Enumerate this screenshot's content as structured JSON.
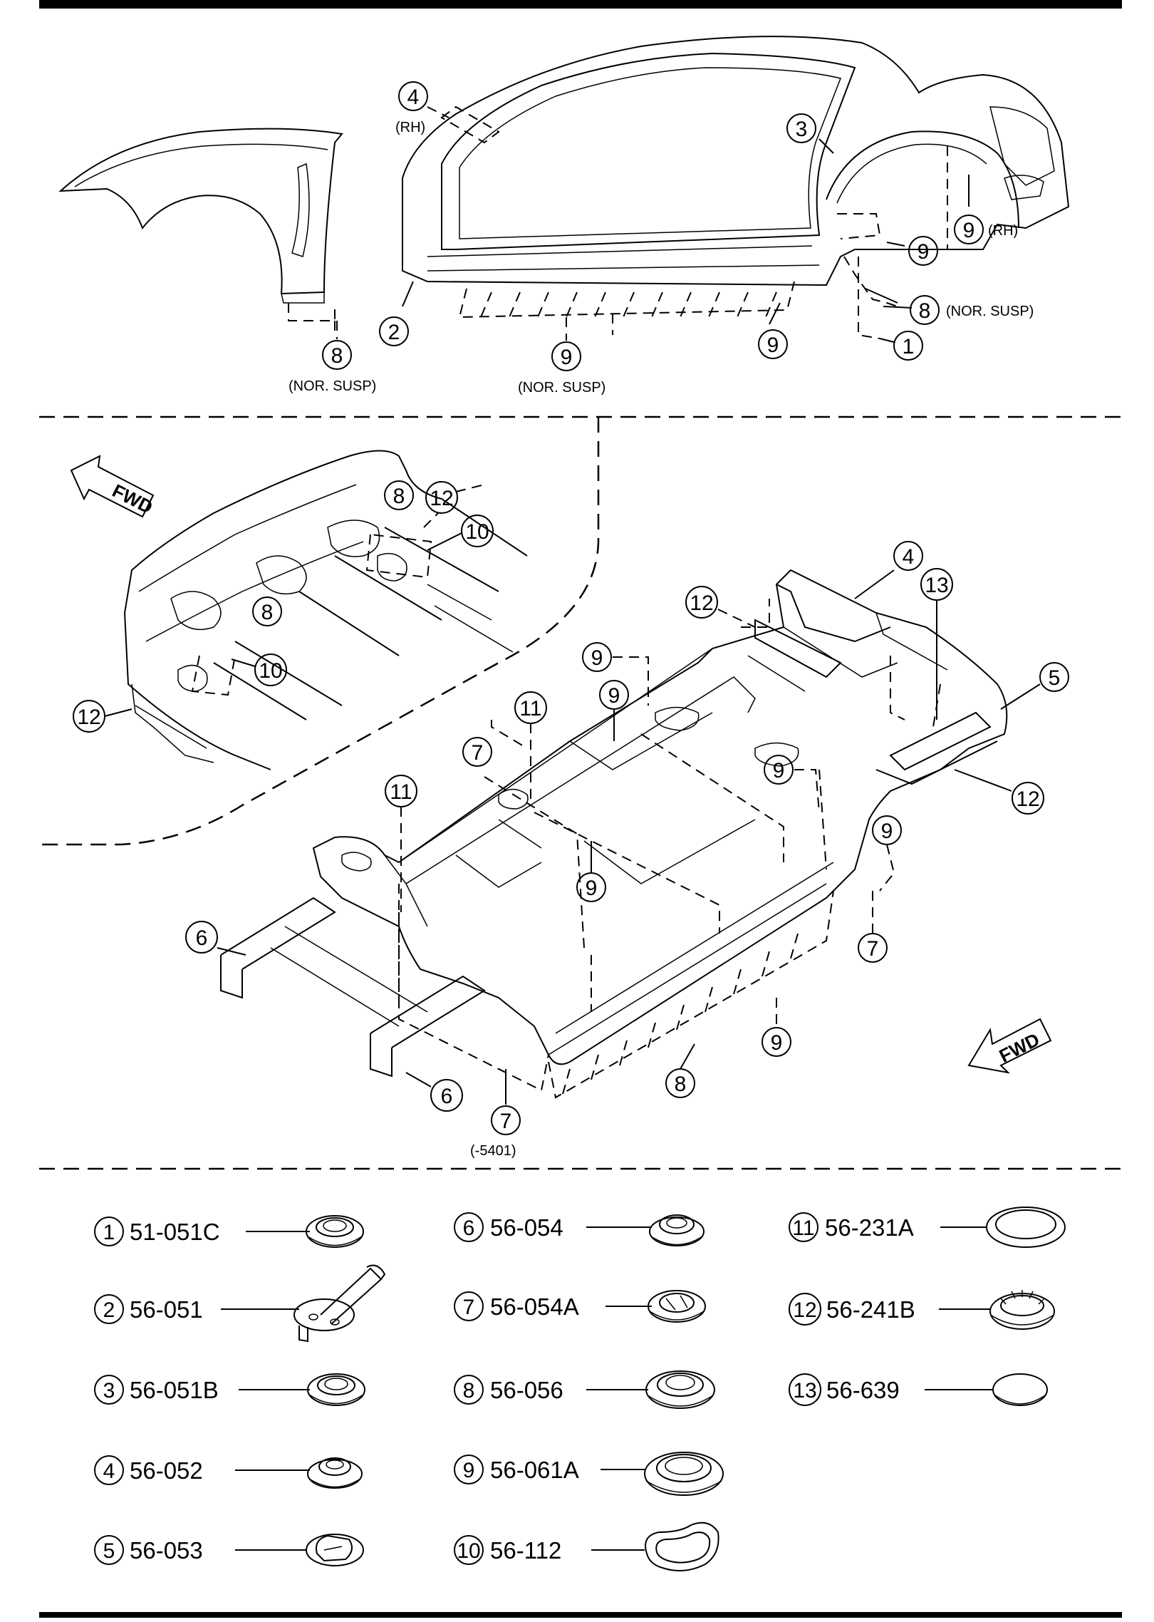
{
  "section_top": {
    "callouts": [
      {
        "num": "4",
        "note": "(RH)"
      },
      {
        "num": "3",
        "note": ""
      },
      {
        "num": "9",
        "note": ""
      },
      {
        "num": "9",
        "note": "(RH)"
      },
      {
        "num": "8",
        "note": "(NOR. SUSP)"
      },
      {
        "num": "2",
        "note": ""
      },
      {
        "num": "9",
        "note": ""
      },
      {
        "num": "1",
        "note": ""
      },
      {
        "num": "8",
        "note": "(NOR. SUSP)"
      },
      {
        "num": "9",
        "note": "(NOR. SUSP)"
      }
    ]
  },
  "section_middle": {
    "fwd_label": "FWD",
    "inset_callouts": [
      "8",
      "12",
      "10",
      "8",
      "10",
      "12"
    ],
    "callouts": [
      {
        "num": "4",
        "note": ""
      },
      {
        "num": "13",
        "note": ""
      },
      {
        "num": "12",
        "note": ""
      },
      {
        "num": "5",
        "note": ""
      },
      {
        "num": "9",
        "note": ""
      },
      {
        "num": "9",
        "note": ""
      },
      {
        "num": "11",
        "note": ""
      },
      {
        "num": "7",
        "note": ""
      },
      {
        "num": "9",
        "note": ""
      },
      {
        "num": "11",
        "note": ""
      },
      {
        "num": "12",
        "note": ""
      },
      {
        "num": "9",
        "note": ""
      },
      {
        "num": "9",
        "note": ""
      },
      {
        "num": "6",
        "note": ""
      },
      {
        "num": "7",
        "note": ""
      },
      {
        "num": "9",
        "note": ""
      },
      {
        "num": "6",
        "note": ""
      },
      {
        "num": "8",
        "note": ""
      },
      {
        "num": "7",
        "note": "(-5401)"
      }
    ]
  },
  "parts": [
    {
      "num": "1",
      "code": "51-051C"
    },
    {
      "num": "2",
      "code": "56-051"
    },
    {
      "num": "3",
      "code": "56-051B"
    },
    {
      "num": "4",
      "code": "56-052"
    },
    {
      "num": "5",
      "code": "56-053"
    },
    {
      "num": "6",
      "code": "56-054"
    },
    {
      "num": "7",
      "code": "56-054A"
    },
    {
      "num": "8",
      "code": "56-056"
    },
    {
      "num": "9",
      "code": "56-061A"
    },
    {
      "num": "10",
      "code": "56-112"
    },
    {
      "num": "11",
      "code": "56-231A"
    },
    {
      "num": "12",
      "code": "56-241B"
    },
    {
      "num": "13",
      "code": "56-639"
    }
  ]
}
